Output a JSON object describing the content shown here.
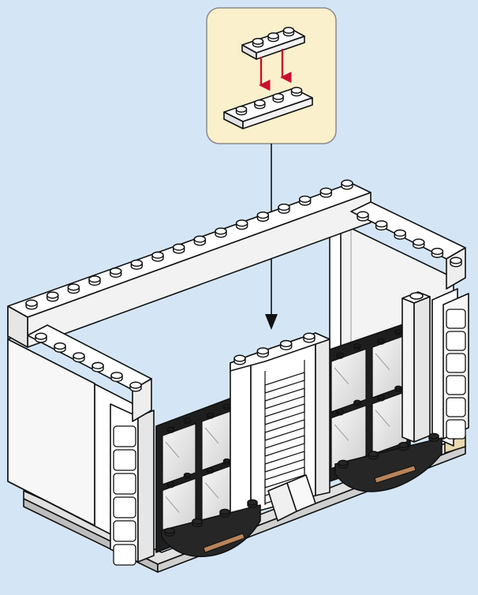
{
  "page": {
    "background": "#d4e6f6"
  },
  "callout": {
    "panel_color": "#fbf0cc",
    "panel_border": "#8a8a8a",
    "arrow_color": "#c8102e",
    "studs_on_top_plate": 3,
    "studs_on_bottom_plate": 4,
    "arrows": 2
  },
  "assembly": {
    "brick_color": "#ffffff",
    "outline_color": "#111111",
    "shadow_color": "#d9d9d9",
    "window_frame_color": "#1e1e1e",
    "window_pane_color": "#e9e9e9",
    "flower_box_color": "#262626",
    "flower_box_accent": "#b9845a",
    "base_plate_color": "#e1e1e1",
    "base_plate_accent": "#e8d9ae",
    "guide_arrow_color": "#111111",
    "windows": 8,
    "flower_boxes": 2
  }
}
